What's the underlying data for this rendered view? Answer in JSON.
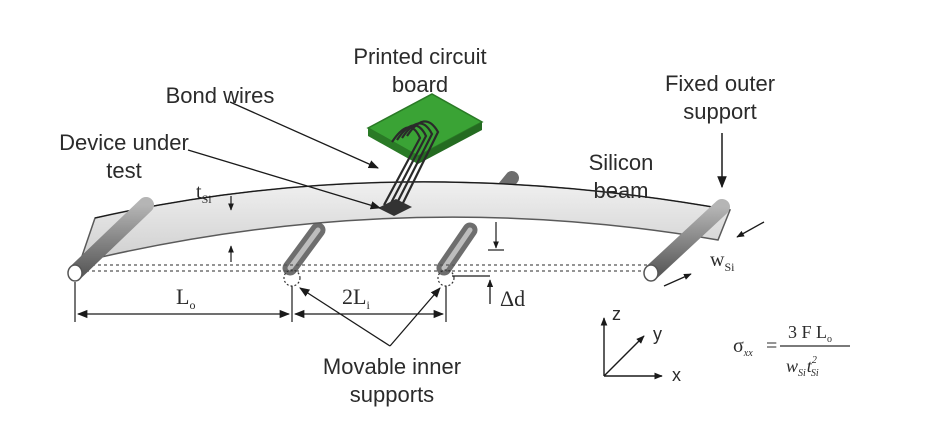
{
  "labels": {
    "pcb_line1": "Printed circuit",
    "pcb_line2": "board",
    "bond_wires": "Bond wires",
    "device_line1": "Device under",
    "device_line2": "test",
    "fixed_line1": "Fixed outer",
    "fixed_line2": "support",
    "silicon_line1": "Silicon",
    "silicon_line2": "beam",
    "movable_line1": "Movable inner",
    "movable_line2": "supports"
  },
  "symbols": {
    "t_main": "t",
    "t_sub": "Si",
    "w_main": "w",
    "w_sub": "Si",
    "l0_main": "L",
    "l0_sub": "o",
    "twol_main": "2L",
    "twol_sub": "i",
    "delta_d": "Δd"
  },
  "axes": {
    "z": "z",
    "y": "y",
    "x": "x"
  },
  "formula": {
    "lhs_main": "σ",
    "lhs_sub": "xx",
    "equals": "=",
    "num_main": "3 F L",
    "num_sub": "o",
    "den_w": "w",
    "den_w_sub": "Si",
    "den_t": "t",
    "den_t_sub": "Si",
    "den_t_sup": "2"
  },
  "colors": {
    "pcb_green": "#3aa335",
    "pcb_edge": "#2a7a26",
    "beam_fill": "#e3e3e3",
    "support_dark": "#7e7e7e",
    "support_light": "#d8d8d8"
  }
}
